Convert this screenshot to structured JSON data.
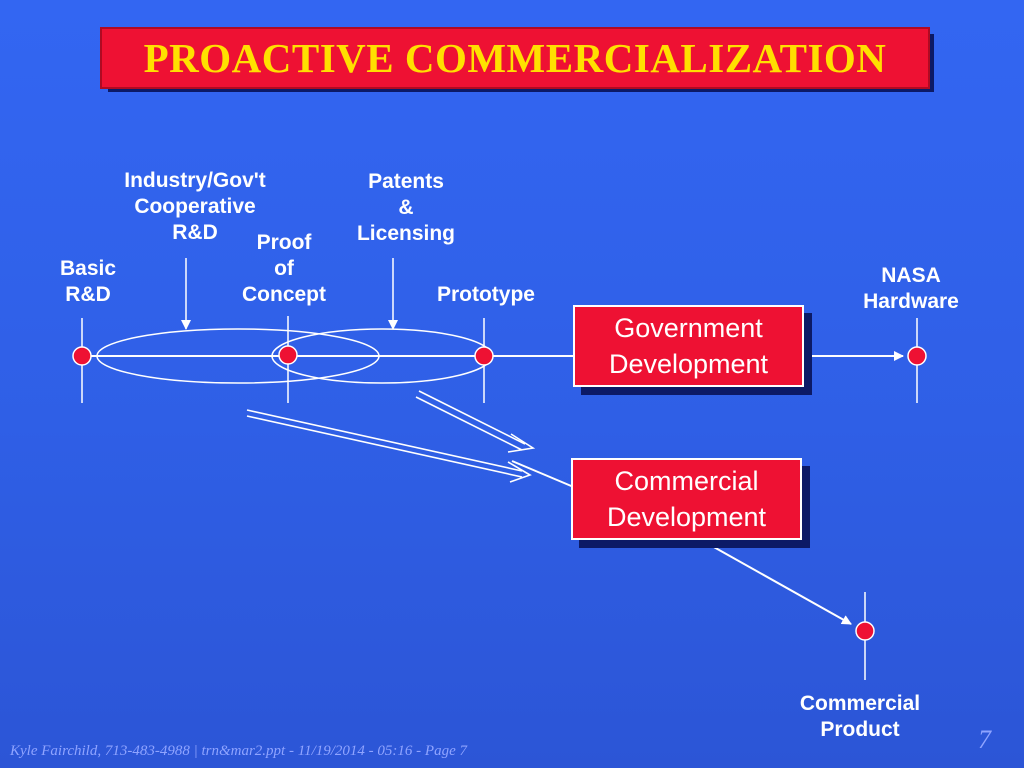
{
  "title": "PROACTIVE COMMERCIALIZATION",
  "labels": {
    "basic_rd": "Basic\nR&D",
    "industry_coop": "Industry/Gov't\nCooperative\nR&D",
    "proof_of_concept": "Proof\nof\nConcept",
    "patents": "Patents\n&\nLicensing",
    "prototype": "Prototype",
    "nasa_hardware": "NASA\nHardware",
    "commercial_product": "Commercial\nProduct"
  },
  "boxes": {
    "government": "Government\nDevelopment",
    "commercial": "Commercial\nDevelopment"
  },
  "footer": "Kyle Fairchild, 713-483-4988 | trn&mar2.ppt  - 11/19/2014 - 05:16 - Page 7",
  "page_number": "7",
  "colors": {
    "background": "#3366f2",
    "title_fill": "#ee1133",
    "title_text": "#ffe000",
    "node": "#ee1133",
    "line": "#ffffff"
  }
}
